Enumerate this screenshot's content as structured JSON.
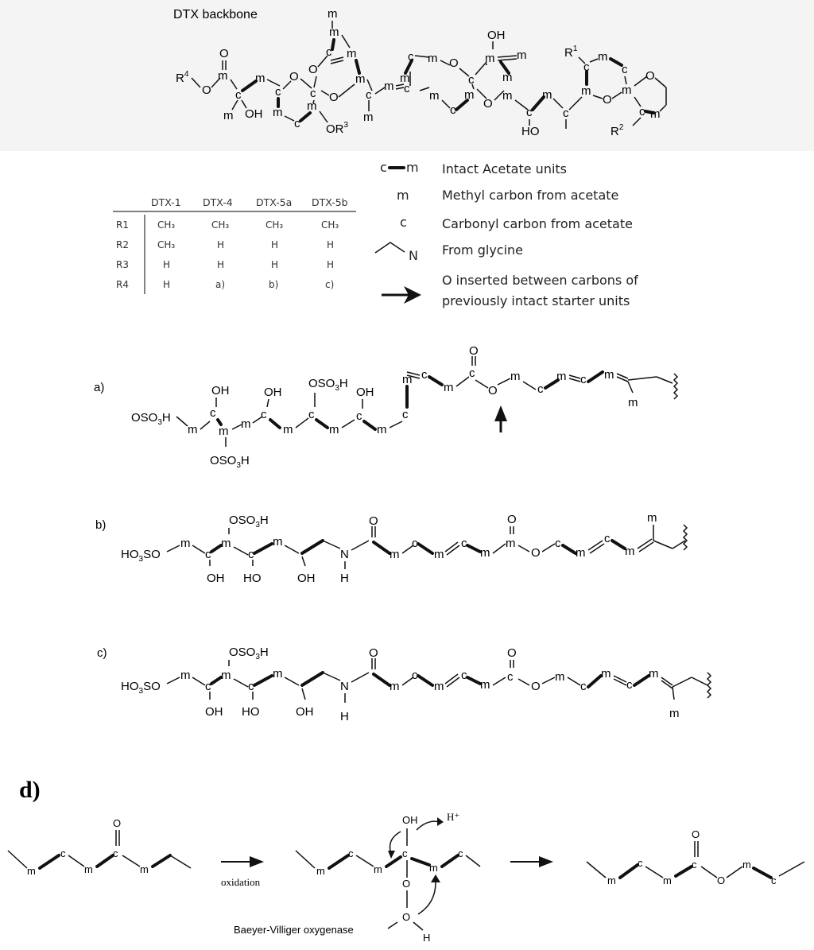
{
  "figure": {
    "backbone_title": "DTX backbone",
    "panel_labels": {
      "a": "a)",
      "b": "b)",
      "c": "c)",
      "d": "d)"
    }
  },
  "legend": {
    "items": [
      {
        "symbol": "c—m",
        "text": "Intact Acetate units"
      },
      {
        "symbol": "m",
        "text": "Methyl carbon from acetate"
      },
      {
        "symbol": "c",
        "text": "Carbonyl carbon from acetate"
      },
      {
        "symbol": "",
        "symbol_letter": "N",
        "text": "From glycine"
      },
      {
        "symbol": "arrow",
        "text_line1": "O inserted between carbons of",
        "text_line2": "previously intact starter units"
      }
    ]
  },
  "table": {
    "columns": [
      "DTX-1",
      "DTX-4",
      "DTX-5a",
      "DTX-5b"
    ],
    "rows": [
      {
        "label": "R1",
        "values": [
          "CH₃",
          "CH₃",
          "CH₃",
          "CH₃"
        ]
      },
      {
        "label": "R2",
        "values": [
          "CH₃",
          "H",
          "H",
          "H"
        ]
      },
      {
        "label": "R3",
        "values": [
          "H",
          "H",
          "H",
          "H"
        ]
      },
      {
        "label": "R4",
        "values": [
          "H",
          "a)",
          "b)",
          "c)"
        ]
      }
    ]
  },
  "scheme_d": {
    "step1_label": "oxidation",
    "enzyme_label": "Baeyer-Villiger oxygenase",
    "proton": "H⁺"
  }
}
